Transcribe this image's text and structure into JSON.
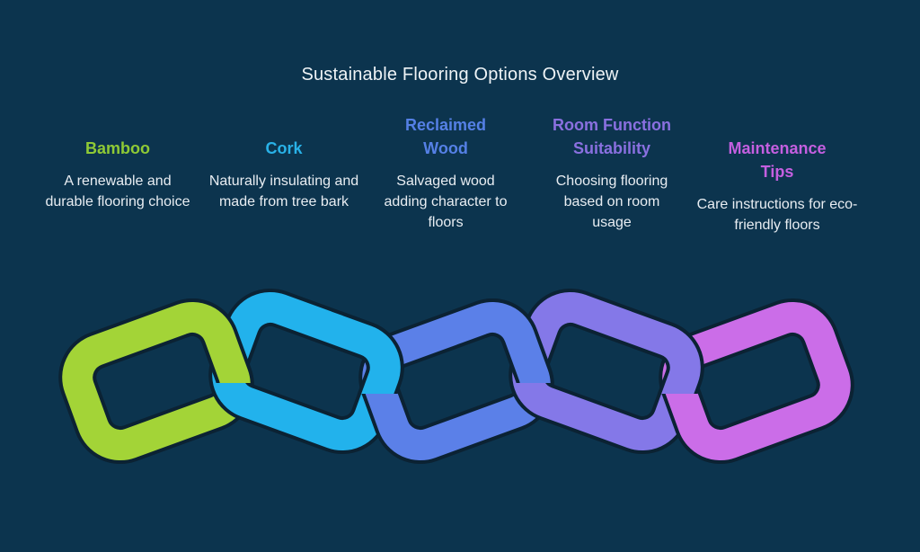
{
  "colors": {
    "background": "#0c344e",
    "title_text": "#eef3f6",
    "description_text": "#e8edf2"
  },
  "title": "Sustainable Flooring Options Overview",
  "chain": {
    "outline_color": "#0b2233"
  },
  "items": [
    {
      "title": "Bamboo",
      "description": "A renewable and durable flooring choice",
      "heading_color": "#8fca35",
      "link_color": "#a3d437"
    },
    {
      "title": "Cork",
      "description": "Naturally insulating and made from tree bark",
      "heading_color": "#29b2e8",
      "link_color": "#22b2ec"
    },
    {
      "title": "Reclaimed Wood",
      "description": "Salvaged wood adding character to floors",
      "heading_color": "#5580e6",
      "link_color": "#5b80e8"
    },
    {
      "title": "Room Function Suitability",
      "description": "Choosing flooring based on room usage",
      "heading_color": "#8a70e0",
      "link_color": "#8478e8"
    },
    {
      "title": "Maintenance Tips",
      "description": "Care instructions for eco-friendly floors",
      "heading_color": "#c45fe0",
      "link_color": "#cb6de8"
    }
  ]
}
